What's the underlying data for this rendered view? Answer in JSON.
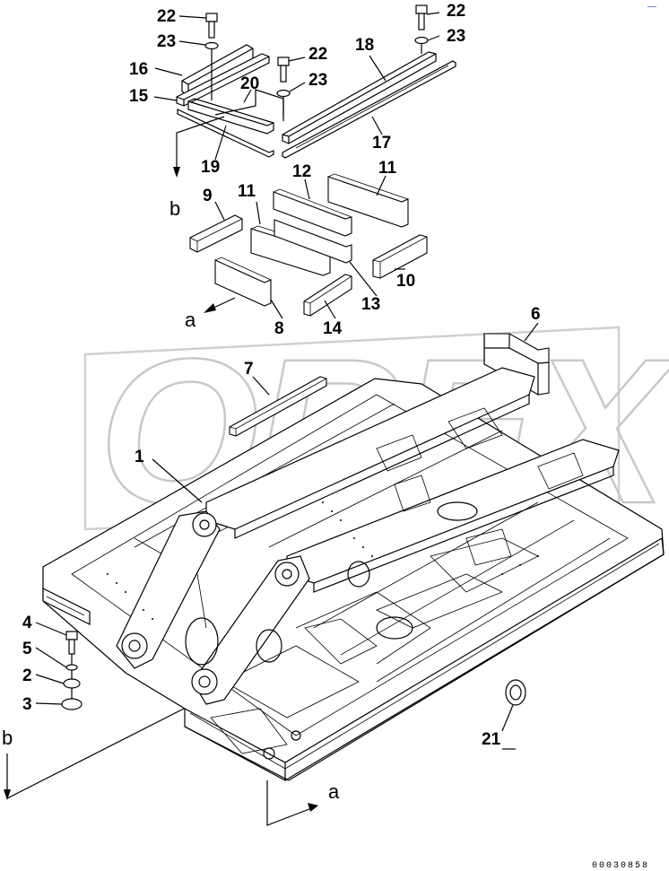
{
  "diagram": {
    "watermark": "OREX",
    "document_number": "00030858",
    "corner_mark": "—",
    "callouts": {
      "c1": "1",
      "c2": "2",
      "c3": "3",
      "c4": "4",
      "c5": "5",
      "c6": "6",
      "c7": "7",
      "c8": "8",
      "c9": "9",
      "c10": "10",
      "c11a": "11",
      "c11b": "11",
      "c12": "12",
      "c13": "13",
      "c14": "14",
      "c15": "15",
      "c16": "16",
      "c17": "17",
      "c18": "18",
      "c19": "19",
      "c20": "20",
      "c21": "21",
      "c22a": "22",
      "c22b": "22",
      "c22c": "22",
      "c23a": "23",
      "c23b": "23",
      "c23c": "23"
    },
    "view_letters": {
      "a_top": "a",
      "b_top": "b",
      "b_bottom": "b",
      "a_bottom": "a"
    }
  }
}
